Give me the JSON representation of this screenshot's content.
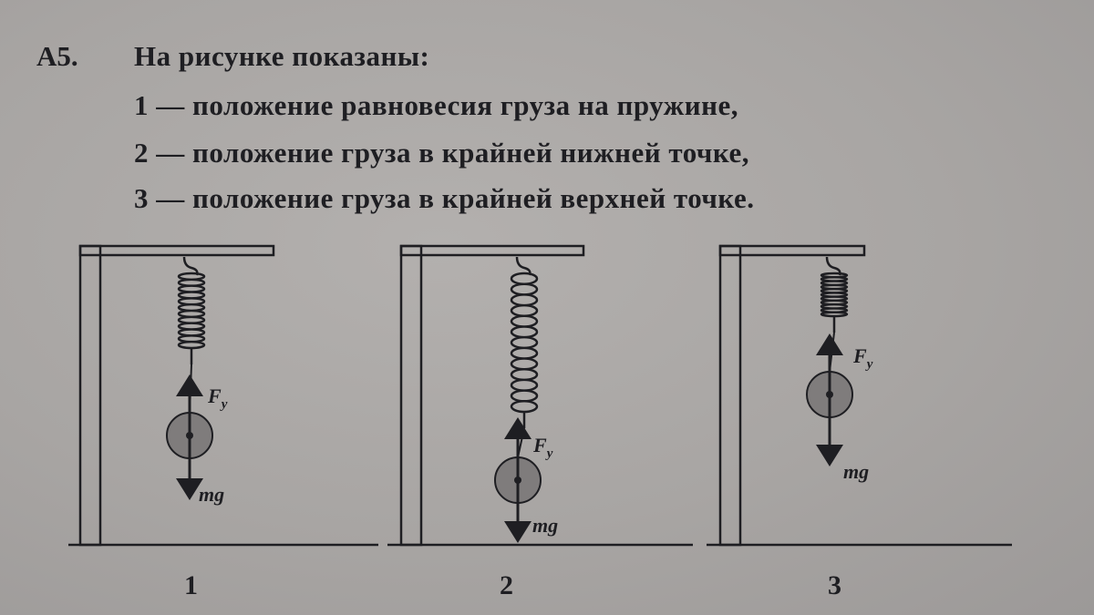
{
  "problem": {
    "number": "А5.",
    "intro": "На рисунке показаны:",
    "items": [
      "1 — положение равновесия груза на пружине,",
      "2 — положение груза в крайней нижней точке,",
      "3 — положение груза в крайней верхней точке."
    ]
  },
  "figures": [
    {
      "caption": "1",
      "spring_force_label": "F",
      "spring_force_sub": "у",
      "gravity_label": "mg"
    },
    {
      "caption": "2",
      "spring_force_label": "F",
      "spring_force_sub": "у",
      "gravity_label": "mg"
    },
    {
      "caption": "3",
      "spring_force_label": "F",
      "spring_force_sub": "у",
      "gravity_label": "mg"
    }
  ]
}
